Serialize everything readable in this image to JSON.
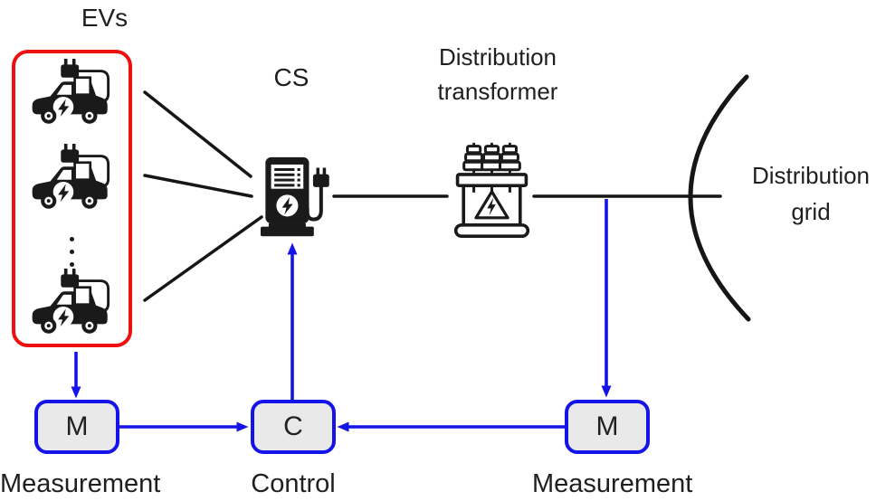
{
  "labels": {
    "evs": "EVs",
    "cs": "CS",
    "distribution_transformer": {
      "line1": "Distribution",
      "line2": "transformer"
    },
    "distribution_grid": {
      "line1": "Distribution",
      "line2": "grid"
    },
    "measurement_left": "Measurement",
    "control": "Control",
    "measurement_right": "Measurement"
  },
  "nodes": {
    "measurement_left": "M",
    "control": "C",
    "measurement_right": "M"
  },
  "colors": {
    "signal_blue": "#1414e8",
    "ev_group_red": "#ee1010",
    "node_fill": "#e9e9e9",
    "line_black": "#161616",
    "text_color": "#1f1f1f"
  },
  "icons": {
    "ev": "electric-car-with-charging-plug",
    "charging_station": "ev-charging-station-with-plug",
    "transformer": "distribution-transformer-with-warning-triangle",
    "grid": "distribution-grid-arc",
    "ellipsis": "vertical-ellipsis"
  }
}
